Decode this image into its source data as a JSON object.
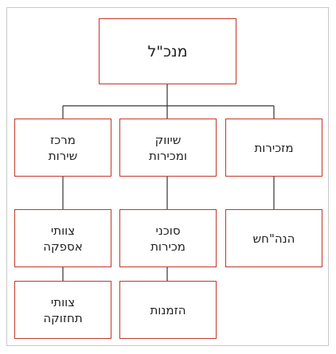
{
  "org_chart": {
    "root": {
      "label": "מנכ\"ל"
    },
    "level1": {
      "right": {
        "label": "מזכירות"
      },
      "middle": {
        "label": "שיווק\nומכירות"
      },
      "left": {
        "label": "מרכז\nשירות"
      }
    },
    "level2": {
      "right": {
        "label": "הנה\"חש"
      },
      "middle": {
        "label": "סוכני\nמכירות"
      },
      "left": {
        "label": "צוותי\nאספקה"
      }
    },
    "level3": {
      "middle": {
        "label": "הזמנות"
      },
      "left": {
        "label": "צוותי\nתחזוקה"
      }
    },
    "colors": {
      "node_border": "#c0392b",
      "connector": "#333333",
      "frame": "#c9c9c9"
    }
  }
}
